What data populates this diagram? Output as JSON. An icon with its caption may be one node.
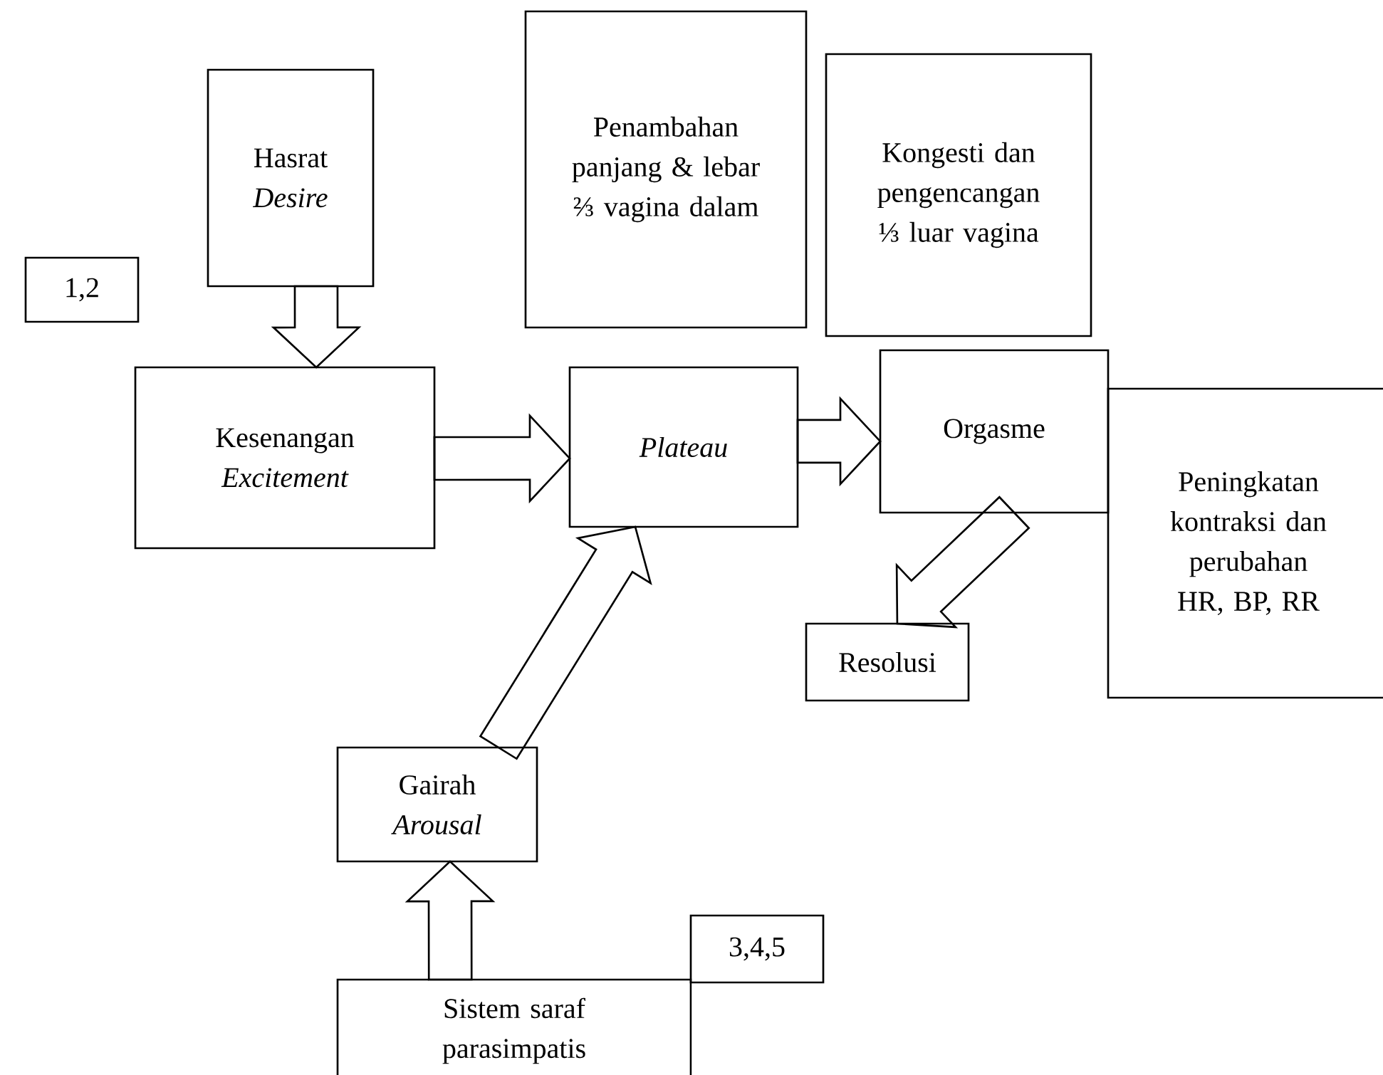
{
  "diagram": {
    "nodes": [
      {
        "text": [
          "Hasrat",
          "Desire"
        ]
      },
      {
        "text": [
          "1,2"
        ]
      },
      {
        "text": [
          "Penambahan panjang & lebar ⅔ vagina dalam"
        ]
      },
      {
        "text": [
          "Kongesti dan pengencangan ⅓ luar vagina"
        ]
      },
      {
        "text": [
          "Kesenangan",
          "Excitement"
        ]
      },
      {
        "text": [
          "Plateau"
        ]
      },
      {
        "text": [
          "Orgasme"
        ]
      },
      {
        "text": [
          "Peningkatan kontraksi dan perubahan HR, BP, RR"
        ]
      },
      {
        "text": [
          "Resolusi"
        ]
      },
      {
        "text": [
          "Gairah",
          "Arousal"
        ]
      },
      {
        "text": [
          "3,4,5"
        ]
      },
      {
        "text": [
          "Sistem saraf parasimpatis"
        ]
      }
    ],
    "edges": [
      {
        "from": 0,
        "to": 4,
        "arrow": "to"
      },
      {
        "from": 4,
        "to": 5,
        "arrow": "to"
      },
      {
        "from": 5,
        "to": 6,
        "arrow": "to"
      },
      {
        "from": 9,
        "to": 5,
        "arrow": "to"
      },
      {
        "from": 6,
        "to": 8,
        "arrow": "to"
      },
      {
        "from": 11,
        "to": 9,
        "arrow": "to"
      }
    ]
  }
}
